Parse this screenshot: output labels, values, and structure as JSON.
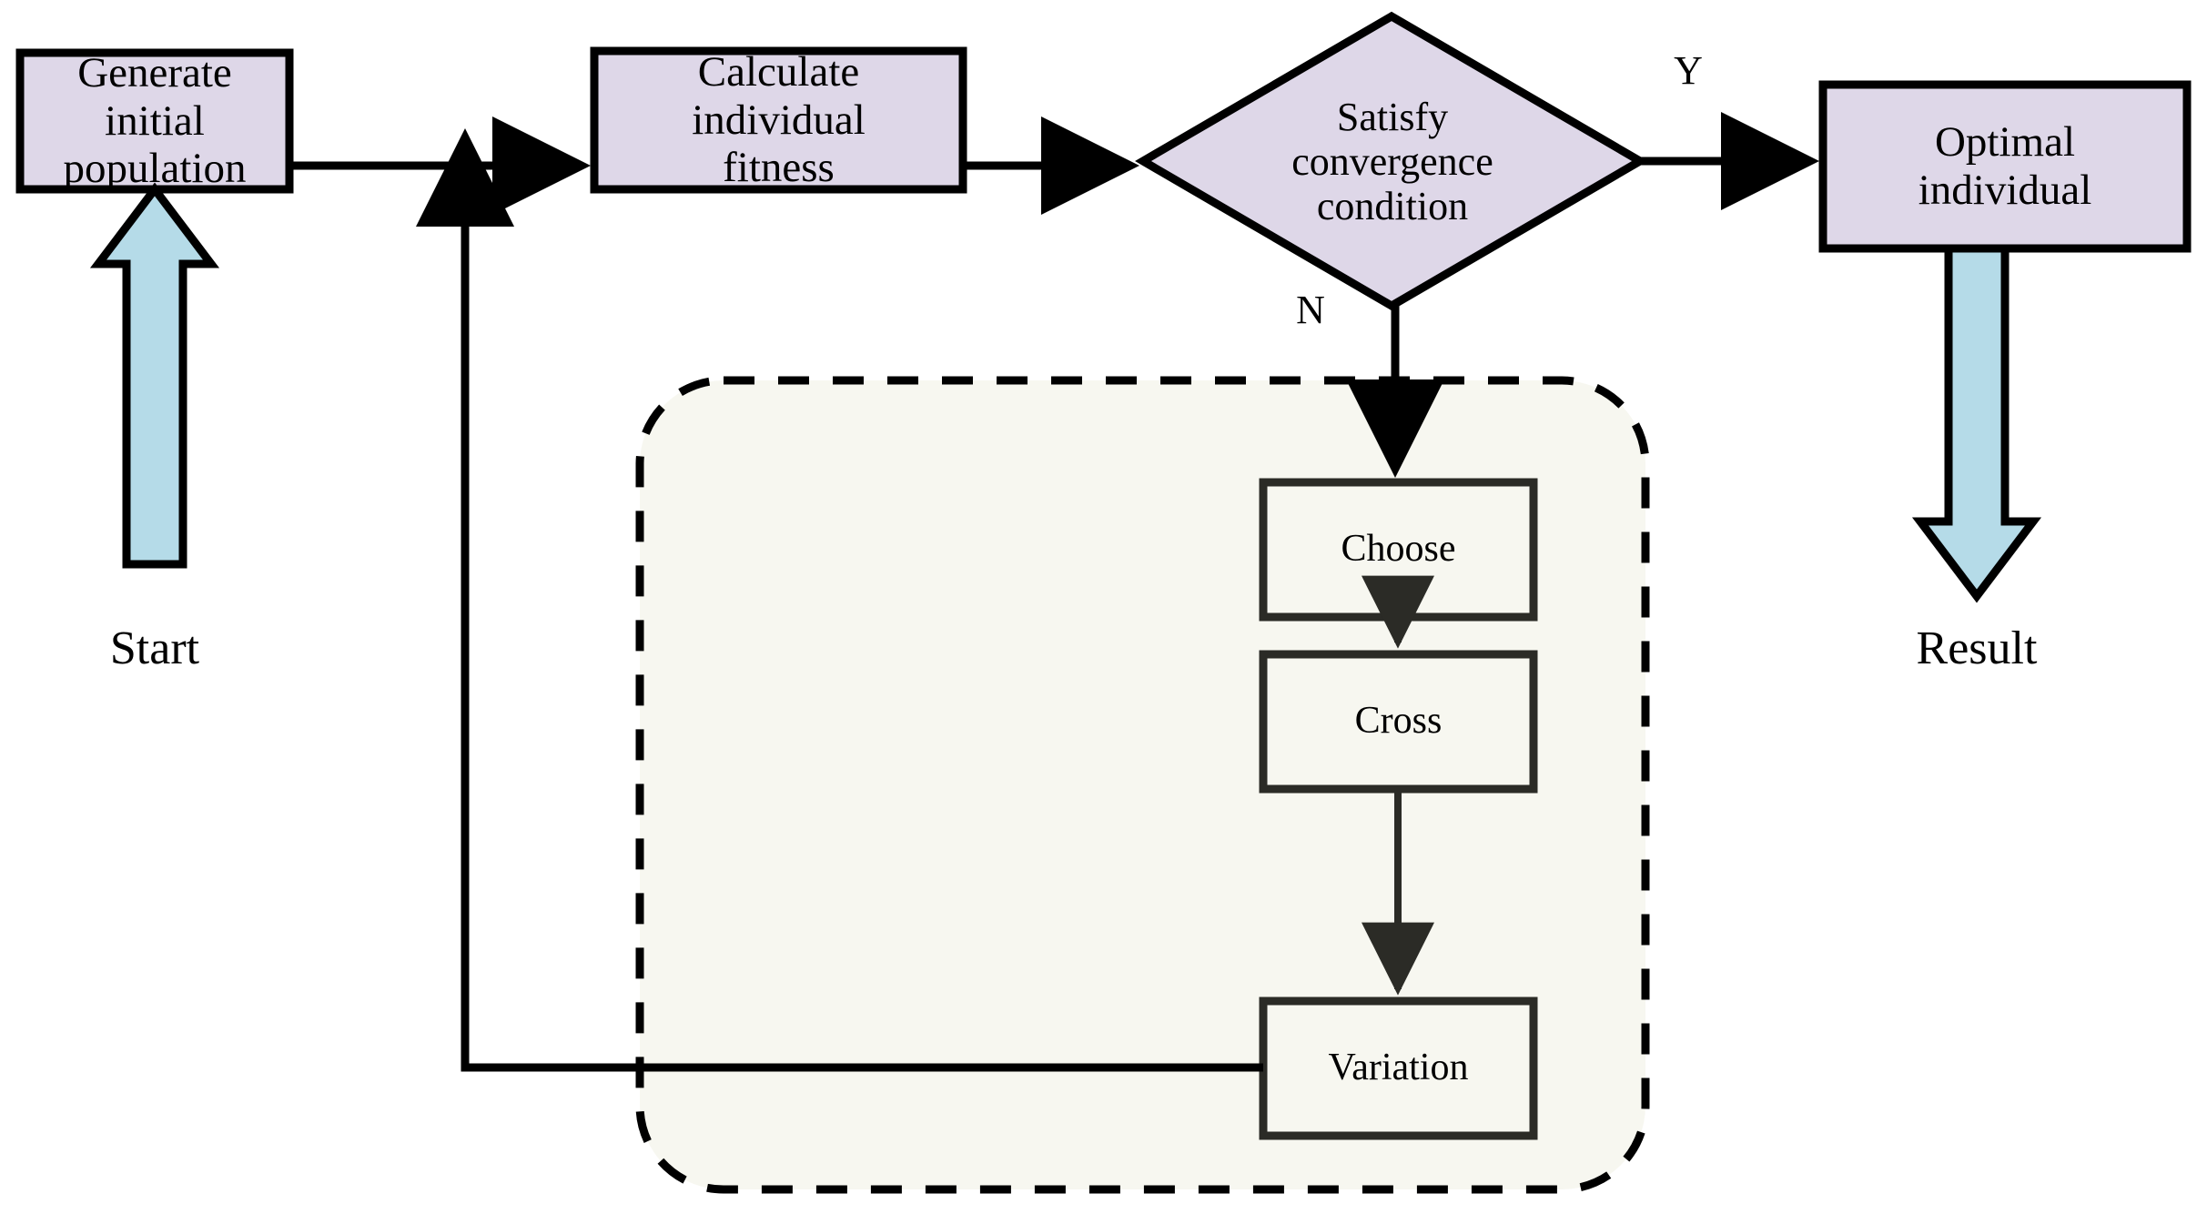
{
  "diagram": {
    "title": "Genetic algorithm flowchart",
    "type": "flowchart",
    "colors": {
      "process_fill": "#ded7e8",
      "process_stroke": "#000000",
      "decision_fill": "#ded7e8",
      "block_arrow_fill": "#b5dbe8",
      "block_arrow_stroke": "#000000",
      "group_fill": "#f7f7f0",
      "group_stroke": "#000000",
      "inner_box_fill": "#f7f7f0",
      "inner_box_stroke": "#2b2b26",
      "connector": "#000000",
      "text": "#000000",
      "background": "#ffffff"
    },
    "nodes": [
      {
        "id": "generate",
        "shape": "process",
        "label": "Generate\ninitial\npopulation"
      },
      {
        "id": "calculate",
        "shape": "process",
        "label": "Calculate\nindividual\nfitness"
      },
      {
        "id": "satisfy",
        "shape": "decision",
        "label": "Satisfy\nconvergence\ncondition"
      },
      {
        "id": "optimal",
        "shape": "process",
        "label": "Optimal\nindividual"
      },
      {
        "id": "choose",
        "shape": "inner-process",
        "label": "Choose"
      },
      {
        "id": "cross",
        "shape": "inner-process",
        "label": "Cross"
      },
      {
        "id": "variation",
        "shape": "inner-process",
        "label": "Variation"
      }
    ],
    "edges": [
      {
        "from": "generate",
        "to": "calculate",
        "label": ""
      },
      {
        "from": "calculate",
        "to": "satisfy",
        "label": ""
      },
      {
        "from": "satisfy",
        "to": "optimal",
        "label": "Y"
      },
      {
        "from": "satisfy",
        "to": "choose",
        "label": "N"
      },
      {
        "from": "choose",
        "to": "cross",
        "label": ""
      },
      {
        "from": "cross",
        "to": "variation",
        "label": ""
      },
      {
        "from": "variation",
        "to": "calculate",
        "label": ""
      }
    ],
    "edge_labels": {
      "yes": "Y",
      "no": "N"
    },
    "captions": {
      "start": "Start",
      "result": "Result"
    },
    "group": {
      "id": "genetic-operators-group",
      "style": "dashed-rounded-rectangle",
      "label": ""
    }
  }
}
